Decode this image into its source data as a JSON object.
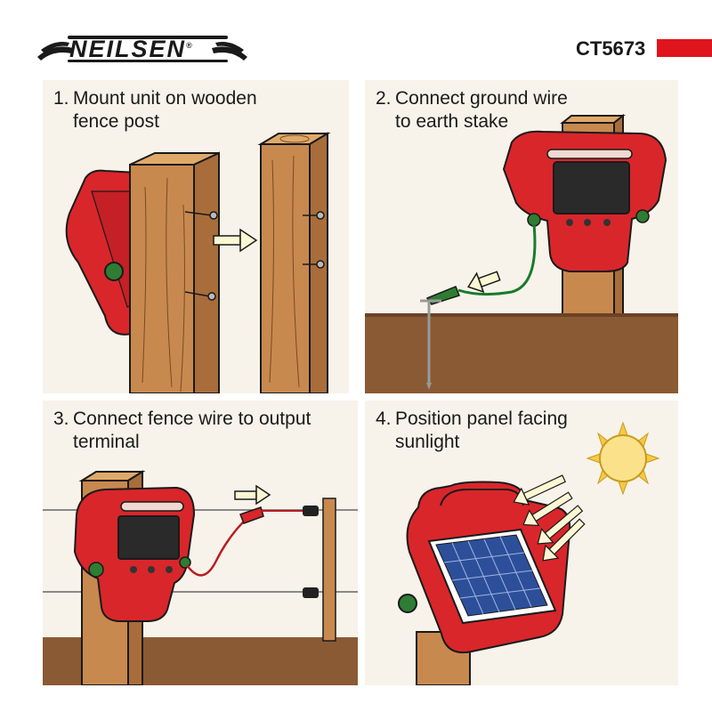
{
  "header": {
    "brand": "NEILSEN",
    "registered": "®",
    "product_code": "CT5673",
    "accent_color": "#e0141c"
  },
  "steps": [
    {
      "number": "1.",
      "line1": "Mount unit on wooden",
      "line2": "fence post"
    },
    {
      "number": "2.",
      "line1": "Connect ground wire",
      "line2": "to earth stake"
    },
    {
      "number": "3.",
      "line1": "Connect fence wire to output",
      "line2": "terminal"
    },
    {
      "number": "4.",
      "line1": "Position panel facing",
      "line2": "sunlight"
    }
  ],
  "colors": {
    "unit_red": "#d9262b",
    "wood": "#c8894f",
    "ground": "#8a5a34",
    "knob_green": "#2e7d32",
    "panel_blue": "#2d4f9a",
    "sun": "#f5c846"
  },
  "icons": [
    "checkered-flag-icon",
    "arrow-right-icon",
    "sun-icon",
    "solar-panel-icon"
  ]
}
